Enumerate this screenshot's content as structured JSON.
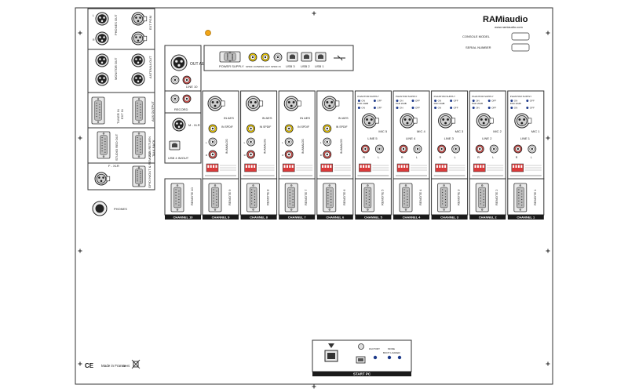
{
  "brand": {
    "name": "RAMiaudio",
    "url": "www.ramiaudio.com",
    "console_model_label": "CONSOLE MODEL",
    "serial_number_label": "SERIAL NUMBER"
  },
  "left_panel": {
    "ext_pgm_labels": [
      "L",
      "R"
    ],
    "ext_pgm": "EXT PGM",
    "phones_out": "PHONES OUT",
    "antenna_out": "ANTENNA OUT",
    "monitor_out": "MONITOR OUT",
    "tuner_in": "TUNER IN",
    "ext_in": "EXT IN",
    "headphones_out": "PHONES OUT",
    "aux_output": "AUX OUTPUT",
    "studio_red_out": "STUDIO RED OUT",
    "aux_return": "AUX RETURN",
    "talkback": "TALK BACK",
    "remote": "GPIO\nIN/OUT & REMOTE",
    "f_xlr": "F - XLR",
    "phones": "PHONES"
  },
  "aes_panel": {
    "out_aes": "OUT AES",
    "line10": "LINE 10",
    "record": "RECORD",
    "m_xlr": "M - XLR",
    "usb": "USB 4 IN/OUT"
  },
  "top_bar": {
    "power_supply": "POWER SUPPLY",
    "spdif_out": "SPDIF OUT",
    "spdif_out2": "SPDIF OUT",
    "spdif_in": "SPDIF IN",
    "usb3": "USB 3",
    "usb2": "USB 2",
    "usb1": "USB 1"
  },
  "channels": [
    {
      "type": "aes",
      "remote": "REMOTE 9",
      "name": "CHANNEL 9",
      "in_aes": "IN AES",
      "in_spdif": "IN SPDIF",
      "analog": "IN ANALOG"
    },
    {
      "type": "aes",
      "remote": "REMOTE 8",
      "name": "CHANNEL 8",
      "in_aes": "IN AES",
      "in_spdif": "IN SPDIF",
      "analog": "IN ANALOG"
    },
    {
      "type": "aes",
      "remote": "REMOTE 7",
      "name": "CHANNEL 7",
      "in_aes": "IN AES",
      "in_spdif": "IN SPDIF",
      "analog": "IN ANALOG"
    },
    {
      "type": "aes",
      "remote": "REMOTE 6",
      "name": "CHANNEL 6",
      "in_aes": "IN AES",
      "in_spdif": "IN SPDIF",
      "analog": "IN ANALOG"
    },
    {
      "type": "mic",
      "remote": "REMOTE 5",
      "name": "CHANNEL 5",
      "mic": "MIC 5",
      "line": "LINE 5",
      "phantom": "PHANTOM SUPPLY",
      "pad": "PAD 20dB"
    },
    {
      "type": "mic",
      "remote": "REMOTE 4",
      "name": "CHANNEL 4",
      "mic": "MIC 4",
      "line": "LINE 4",
      "phantom": "PHANTOM SUPPLY",
      "pad": "PAD 20dB"
    },
    {
      "type": "mic",
      "remote": "REMOTE 3",
      "name": "CHANNEL 3",
      "mic": "MIC 3",
      "line": "LINE 3",
      "phantom": "PHANTOM SUPPLY",
      "pad": "PAD 20dB"
    },
    {
      "type": "mic",
      "remote": "REMOTE 2",
      "name": "CHANNEL 2",
      "mic": "MIC 2",
      "line": "LINE 2",
      "phantom": "PHANTOM SUPPLY",
      "pad": "PAD 20dB"
    },
    {
      "type": "mic",
      "remote": "REMOTE 1",
      "name": "CHANNEL 1",
      "mic": "MIC 1",
      "line": "LINE 1",
      "phantom": "PHANTOM SUPPLY",
      "pad": "PAD 20dB"
    }
  ],
  "channel10": {
    "remote": "REMOTE 10",
    "name": "CHANNEL 10"
  },
  "switch_labels": {
    "on": "ON",
    "off": "OFF",
    "r": "R",
    "l": "L"
  },
  "start_pc": {
    "label": "START PC",
    "factory": "FACTORY",
    "mode": "MODE",
    "boot_loader": "BOOT LOADER"
  },
  "footer": {
    "made_in": "Made in France",
    "rohs": "RoHS"
  }
}
